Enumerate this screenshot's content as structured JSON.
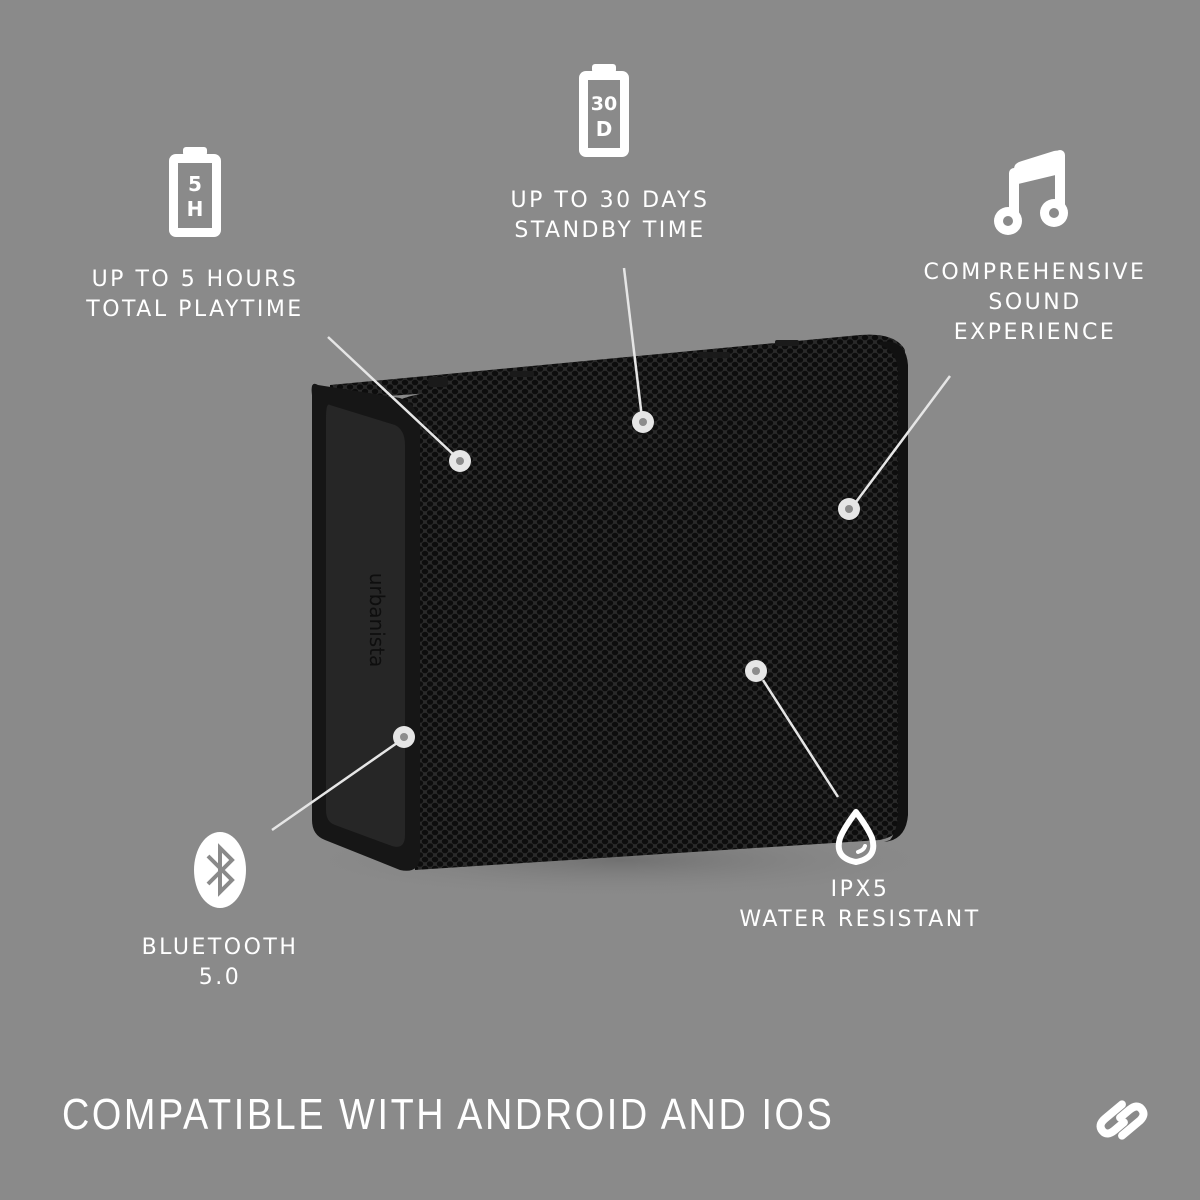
{
  "background_color": "#8a8a8a",
  "features": [
    {
      "id": "playtime",
      "icon": "battery-5h-icon",
      "icon_text": [
        "5",
        "H"
      ],
      "lines": [
        "UP TO 5 HOURS",
        "TOTAL PLAYTIME"
      ]
    },
    {
      "id": "standby",
      "icon": "battery-30d-icon",
      "icon_text": [
        "30",
        "D"
      ],
      "lines": [
        "UP TO 30 DAYS",
        "STANDBY TIME"
      ]
    },
    {
      "id": "sound",
      "icon": "music-note-icon",
      "lines": [
        "COMPREHENSIVE",
        "SOUND",
        "EXPERIENCE"
      ]
    },
    {
      "id": "bluetooth",
      "icon": "bluetooth-icon",
      "lines": [
        "BLUETOOTH",
        "5.0"
      ]
    },
    {
      "id": "water",
      "icon": "water-drop-icon",
      "lines": [
        "IPX5",
        "WATER RESISTANT"
      ]
    }
  ],
  "product": {
    "brand_text": "urbanista",
    "color": "#1e1e1e"
  },
  "footer": {
    "text": "COMPATIBLE WITH ANDROID AND IOS",
    "logo": "urbanista-logo-icon"
  }
}
